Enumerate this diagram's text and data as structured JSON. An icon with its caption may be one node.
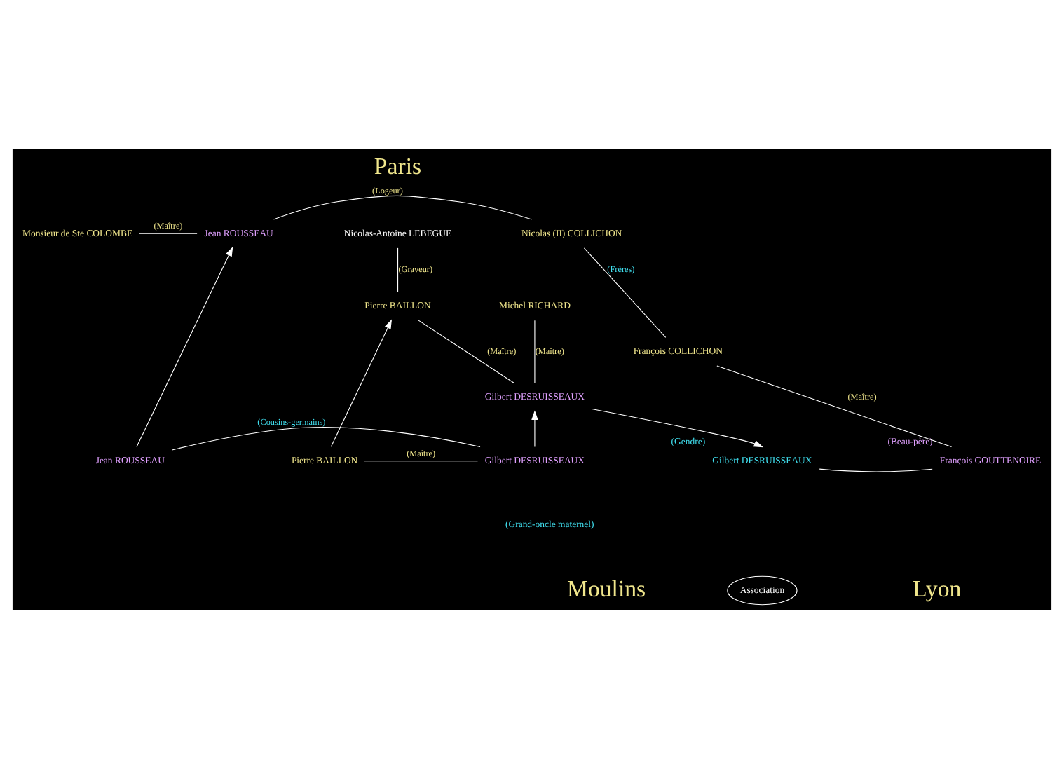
{
  "diagram": {
    "nodes": [
      {
        "text": [
          "Monsieur de Ste COLOMBE"
        ]
      },
      {
        "text": [
          "Jean ROUSSEAU"
        ]
      },
      {
        "text": [
          "Nicolas-Antoine LEBEGUE"
        ]
      },
      {
        "text": [
          "Nicolas (II) COLLICHON"
        ]
      },
      {
        "text": [
          "Pierre BAILLON"
        ]
      },
      {
        "text": [
          "Gilbert DESRUISSEAUX"
        ]
      },
      {
        "text": [
          "Michel RICHARD"
        ]
      },
      {
        "text": [
          "François COLLICHON"
        ]
      },
      {
        "text": [
          "Jean ROUSSEAU"
        ]
      },
      {
        "text": [
          "Pierre BAILLON"
        ]
      },
      {
        "text": [
          "Gilbert DESRUISSEAUX"
        ]
      },
      {
        "text": [
          "Gilbert DESRUISSEAUX"
        ],
        "beside": [
          "(Gendre)"
        ]
      },
      {
        "text": [
          "François GOUTTENOIRE"
        ],
        "beside": [
          "(Beau-père)"
        ]
      },
      {
        "text": [
          "Association"
        ]
      }
    ],
    "edges": [
      {
        "from": 0,
        "to": 1,
        "arrow": "none",
        "label": "(Maître)"
      },
      {
        "from": 1,
        "to": 3,
        "arrow": "none",
        "label": "(Logeur)"
      },
      {
        "from": 2,
        "to": 4,
        "arrow": "none",
        "label": "(Graveur)"
      },
      {
        "from": 4,
        "to": 5,
        "arrow": "none",
        "label": "(Maître)"
      },
      {
        "from": 6,
        "to": 5,
        "arrow": "none",
        "label": "(Maître)"
      },
      {
        "from": 3,
        "to": 7,
        "arrow": "none",
        "label": "(Frères)"
      },
      {
        "from": 7,
        "to": 12,
        "arrow": "none",
        "label": "(Maître)"
      },
      {
        "from": 8,
        "to": 1,
        "arrow": "to"
      },
      {
        "from": 9,
        "to": 4,
        "arrow": "to"
      },
      {
        "from": 10,
        "to": 5,
        "arrow": "to"
      },
      {
        "from": 5,
        "to": 11,
        "arrow": "to"
      },
      {
        "from": 9,
        "to": 10,
        "arrow": "none",
        "label": "(Maître)"
      },
      {
        "from": 8,
        "to": 10,
        "arrow": "none",
        "label": "(Cousins-germains)"
      },
      {
        "from": 11,
        "to": 12,
        "arrow": "none"
      }
    ],
    "labels": [
      "Paris",
      "(Grand-oncle maternel)",
      "Moulins",
      "Lyon"
    ]
  }
}
